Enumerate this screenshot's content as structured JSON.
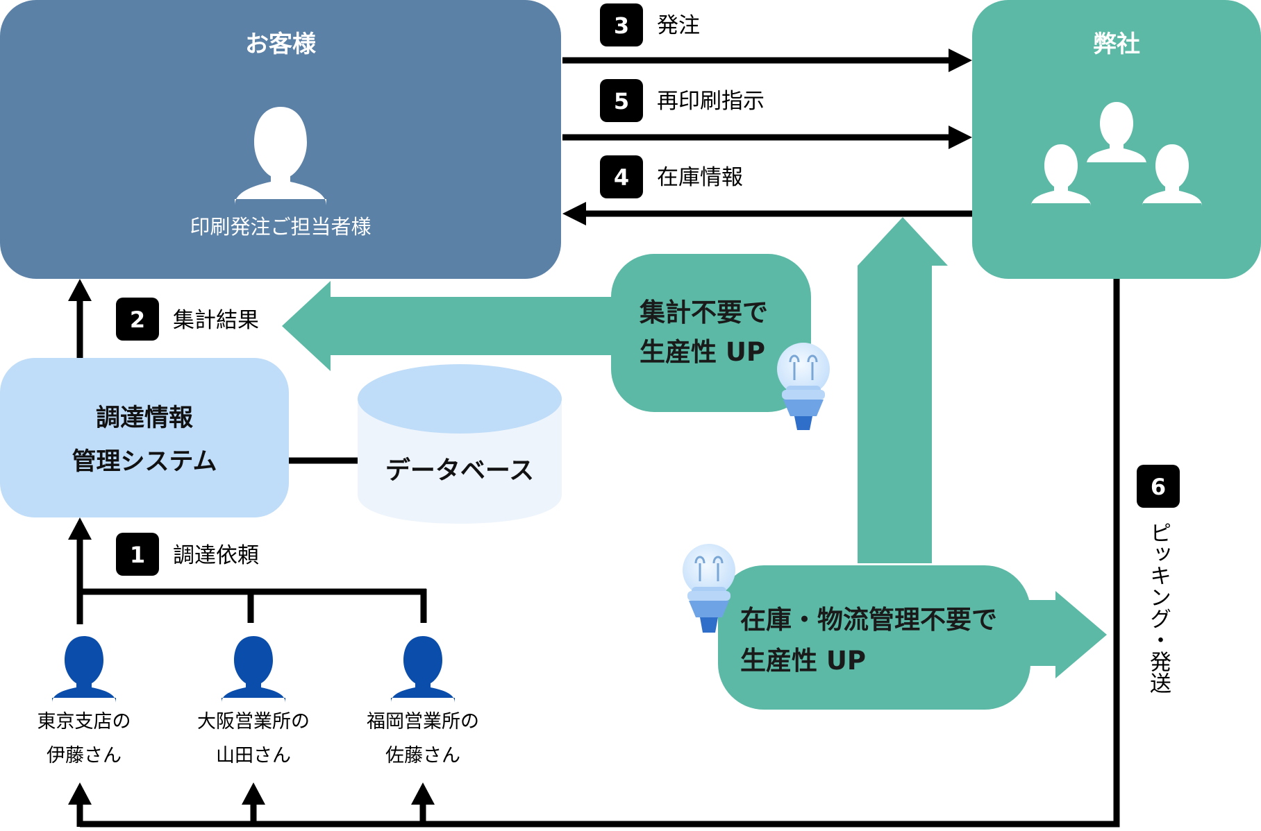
{
  "colors": {
    "customer_box": "#5b81a7",
    "company_box": "#5bb9a5",
    "teal": "#5bb9a5",
    "system_box": "#bfdcf8",
    "database_top": "#bfdcf8",
    "database_body": "#edf4fc",
    "person_blue": "#0a4dab",
    "line": "#000000",
    "badge": "#000000",
    "white": "#ffffff"
  },
  "customer": {
    "title": "お客様",
    "role": "印刷発注ご担当者様",
    "icon": "person-icon"
  },
  "company": {
    "title": "弊社",
    "icon": "group-icon"
  },
  "system": {
    "line1": "調達情報",
    "line2": "管理システム"
  },
  "database": {
    "label": "データベース"
  },
  "steps": [
    {
      "num": "1",
      "label": "調達依頼"
    },
    {
      "num": "2",
      "label": "集計結果"
    },
    {
      "num": "3",
      "label": "発注"
    },
    {
      "num": "4",
      "label": "在庫情報"
    },
    {
      "num": "5",
      "label": "再印刷指示"
    },
    {
      "num": "6",
      "label": "ピッキング・発送"
    }
  ],
  "benefits": {
    "aggregation": {
      "line1": "集計不要で",
      "line2": "生産性 UP",
      "icon": "lightbulb-icon"
    },
    "inventory": {
      "line1": "在庫・物流管理不要で",
      "line2": "生産性 UP",
      "icon": "lightbulb-icon"
    }
  },
  "branches": [
    {
      "line1": "東京支店の",
      "line2": "伊藤さん"
    },
    {
      "line1": "大阪営業所の",
      "line2": "山田さん"
    },
    {
      "line1": "福岡営業所の",
      "line2": "佐藤さん"
    }
  ]
}
